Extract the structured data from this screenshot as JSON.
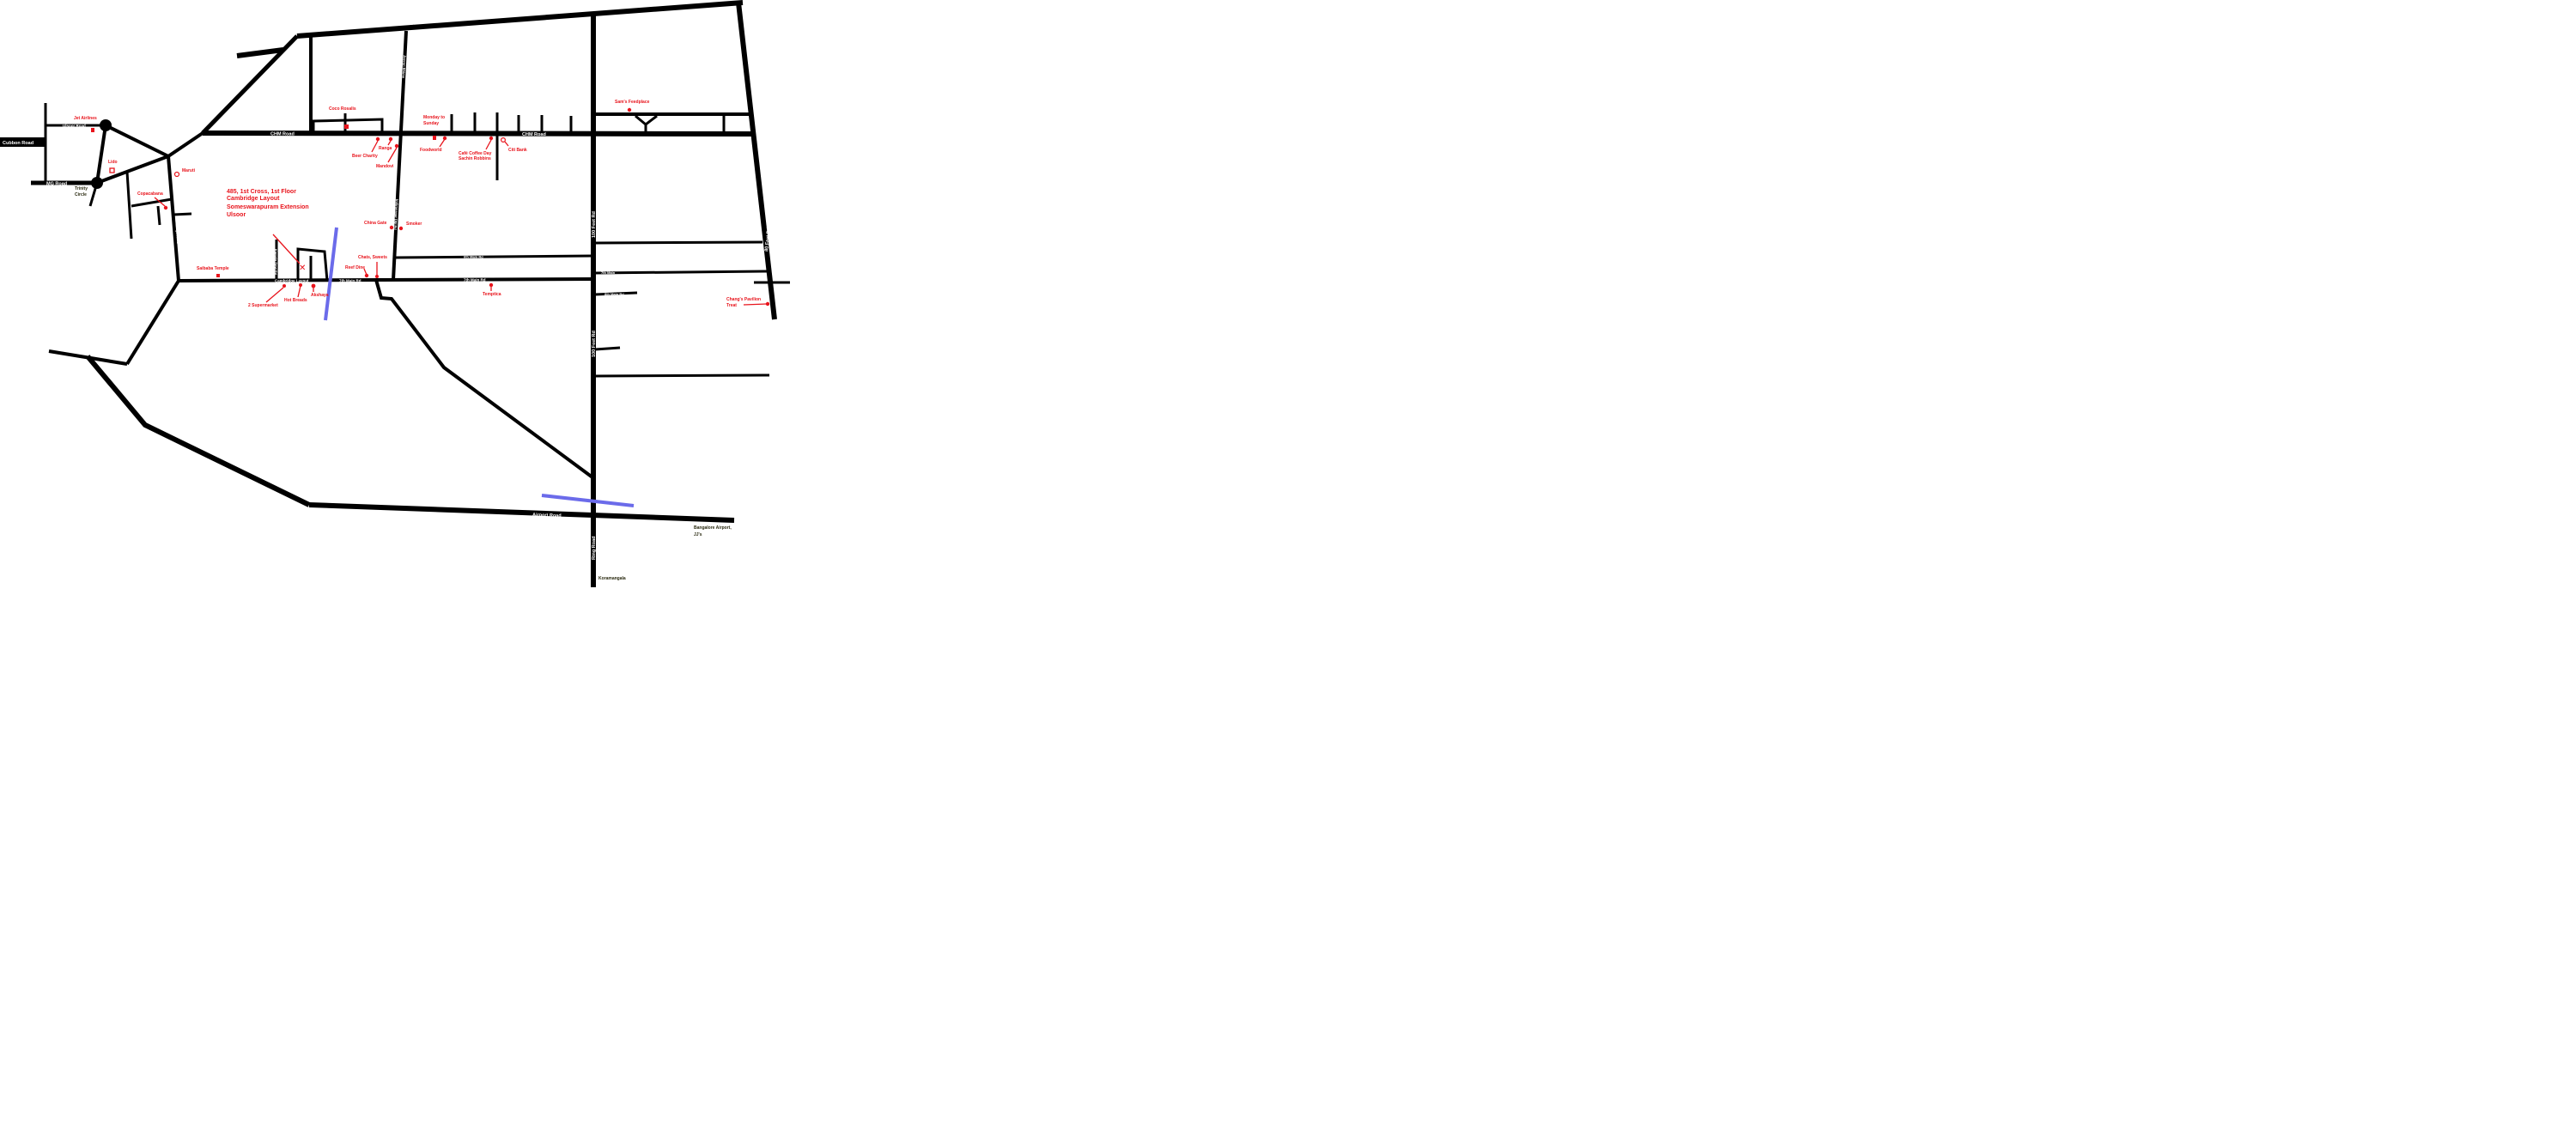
{
  "roads": {
    "old_madras": "Old Madras Road",
    "chm_1": "CHM Road",
    "chm_2": "CHM Road",
    "cubbon": "Cubbon Road",
    "mg": "MG Road",
    "ulsoor": "Ulsoor Road",
    "feet100_top": "100 Feet Rd",
    "feet100_bottom": "100 Feet Rd",
    "feet80": "80 Feet Rd",
    "airport": "Airport Road",
    "ring": "Ring Road",
    "cambridge_rd": "Cambridge Road",
    "cambridge_layout": "Cambridge Layout",
    "main7_a": "7th Main Rd",
    "main7_b": "7th Main Rd",
    "main7_c": "7th Main",
    "main6": "6th Main Rd",
    "main8": "8th Main Rd",
    "jeevan": "Jeevan Bhima",
    "vertical_mid": "Indiranagar Dbl Rd",
    "cross_left": "Kamala Devi Rd",
    "cross_right": "Rly Rd"
  },
  "address": {
    "line1": "485, 1st Cross, 1st Floor",
    "line2": "Cambridge Layout",
    "line3": "Someswarapuram Extension",
    "line4": "Ulsoor"
  },
  "pois": {
    "jet_airlines": "Jet Airlines",
    "lido": "Lido",
    "maruti": "Maruti",
    "copacabana": "Copacabana",
    "coco_rosalis": "Coco Rosalis",
    "monday_to_sunday_1": "Monday to",
    "monday_to_sunday_2": "Sunday",
    "foodworld": "Foodworld",
    "cafe_coffee_day_1": "Café Coffee Day",
    "cafe_coffee_day_2": "Sachin Robbins",
    "citi_bank": "Citi Bank",
    "ranga": "Ranga",
    "beer_charity": "Beer Charity",
    "mandovi": "Mandovi",
    "sams_feedplace": "Sam's Feedplace",
    "china_gate": "China Gate",
    "smoker": "Smoker",
    "chats_sweets": "Chats, Sweets",
    "reef_dine": "Reef Dine",
    "temptica": "Temptica",
    "saibaba_temple": "Saibaba Temple",
    "supermarket": "2 Supermarket",
    "hot_breads": "Hot Breads",
    "akshaya": "Akshaya",
    "changs_1": "Chang's Pavilion",
    "changs_2": "Treat"
  },
  "places": {
    "trinity_1": "Trinity",
    "trinity_2": "Circle",
    "bangalore_airport_1": "Bangalore Airport,",
    "bangalore_airport_2": "JJ's",
    "koramangala": "Koramangala"
  },
  "colors": {
    "road": "#000000",
    "poi": "#e8141c",
    "rail": "#6b6bea",
    "background": "#ffffff"
  }
}
